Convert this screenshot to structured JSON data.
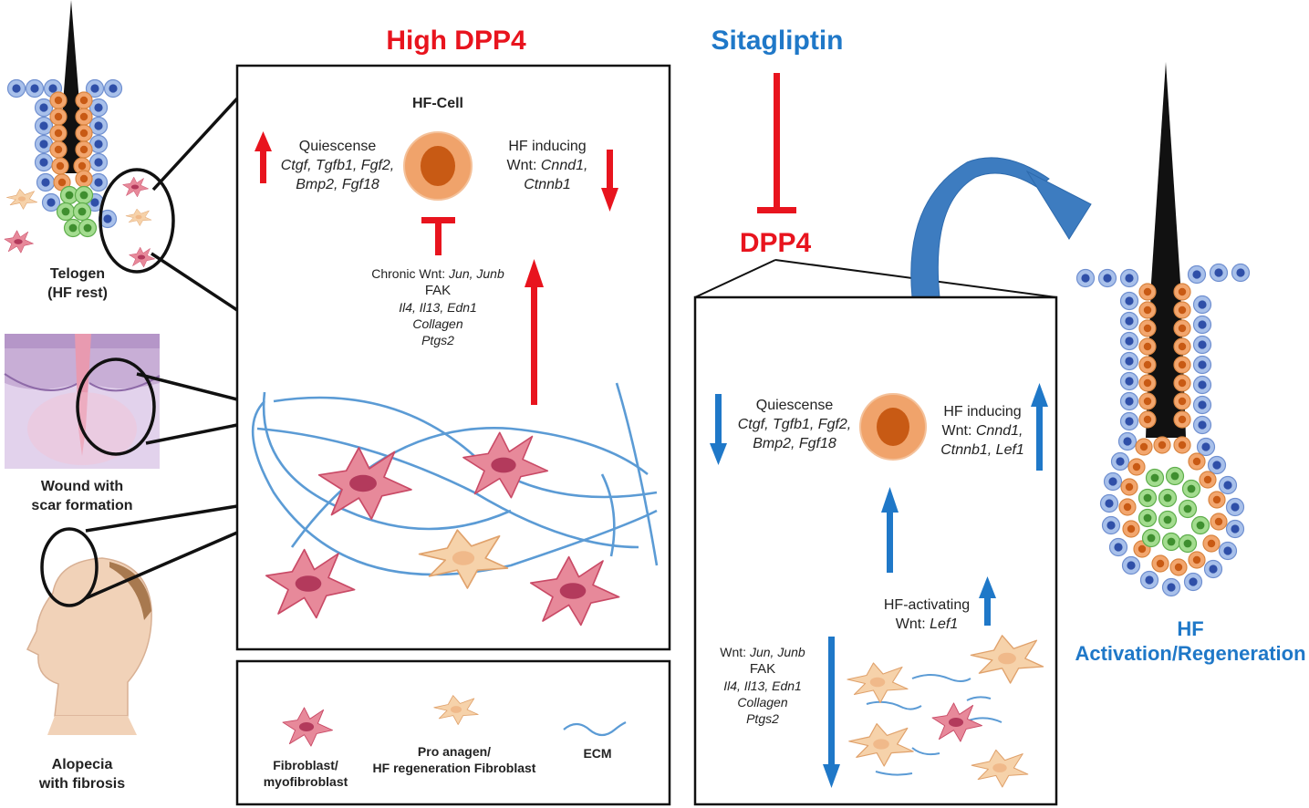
{
  "left_panel": {
    "telogen_line1": "Telogen",
    "telogen_line2": "(HF rest)",
    "wound_line1": "Wound with",
    "wound_line2": "scar formation",
    "alopecia_line1": "Alopecia",
    "alopecia_line2": "with fibrosis"
  },
  "high_dpp4": {
    "heading": "High DPP4",
    "cell_label": "HF-Cell",
    "quiescence_title": "Quiescense",
    "quiescence_genes_1": "Ctgf, Tgfb1, Fgf2,",
    "quiescence_genes_2": "Bmp2, Fgf18",
    "inducing_title": "HF inducing",
    "inducing_prefix": "Wnt: ",
    "inducing_genes_1": "Cnnd1,",
    "inducing_genes_2": "Ctnnb1",
    "chronic_prefix": "Chronic Wnt: ",
    "chronic_genes": "Jun, Junb",
    "fak": "FAK",
    "il_genes": "Il4, Il13, Edn1",
    "collagen": "Collagen",
    "ptgs2": "Ptgs2"
  },
  "legend": {
    "fibro_line1": "Fibroblast/",
    "fibro_line2": "myofibroblast",
    "pro_line1": "Pro anagen/",
    "pro_line2": "HF regeneration Fibroblast",
    "ecm": "ECM"
  },
  "sitagliptin": {
    "heading": "Sitagliptin",
    "target": "DPP4"
  },
  "treated": {
    "quiescence_title": "Quiescense",
    "quiescence_genes_1": "Ctgf, Tgfb1, Fgf2,",
    "quiescence_genes_2": "Bmp2, Fgf18",
    "inducing_title": "HF inducing",
    "inducing_prefix": "Wnt: ",
    "inducing_genes_1": "Cnnd1,",
    "inducing_genes_2": "Ctnnb1, Lef1",
    "activating_title": "HF-activating",
    "activating_prefix": "Wnt: ",
    "activating_gene": "Lef1",
    "wnt_prefix": "Wnt: ",
    "wnt_genes": "Jun, Junb",
    "fak": "FAK",
    "il_genes": "Il4, Il13, Edn1",
    "collagen": "Collagen",
    "ptgs2": "Ptgs2"
  },
  "outcome": {
    "line1": "HF",
    "line2": "Activation/Regeneration"
  },
  "colors": {
    "red": "#e8141e",
    "blue": "#1f78c8",
    "fibro": "#de6b82",
    "pro_fibro": "#f4cfa6",
    "ecm": "#5b9bd5",
    "orange_cell": "#f0a36b",
    "green_cell": "#8fd07e",
    "stem_cell": "#9db8e6"
  }
}
